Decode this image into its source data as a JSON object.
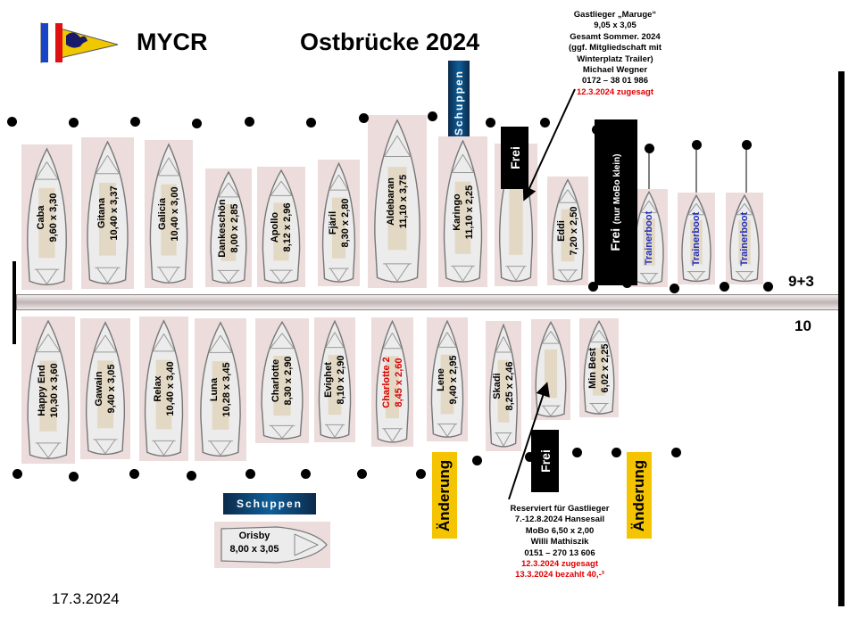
{
  "header": {
    "club": "MYCR",
    "title": "Ostbrücke 2024",
    "date": "17.3.2024"
  },
  "pier_labels": {
    "upper": "9+3",
    "lower": "10"
  },
  "schuppen": "Schuppen",
  "upper_boats": [
    {
      "name": "Caba",
      "size": "9,60 x 3,30"
    },
    {
      "name": "Gitana",
      "size": "10,40 x 3,37"
    },
    {
      "name": "Galicia",
      "size": "10,40 x 3,00"
    },
    {
      "name": "Dankeschön",
      "size": "8,00 x 2,85"
    },
    {
      "name": "Apollo",
      "size": "8,12 x 2,96"
    },
    {
      "name": "Fjäril",
      "size": "8,30 x 2,80"
    },
    {
      "name": "Aldebaran",
      "size": "11,10 x 3,75"
    },
    {
      "name": "Karingo",
      "size": "11,10 x 2,25"
    },
    {
      "name": "",
      "size": ""
    },
    {
      "name": "Eddi",
      "size": "7,20 x 2,50"
    }
  ],
  "trainer_boats": [
    "Trainerboot",
    "Trainerboot",
    "Trainerboot"
  ],
  "lower_boats": [
    {
      "name": "Happy End",
      "size": "10,30 x 3,60"
    },
    {
      "name": "Gawain",
      "size": "9,40 x 3,05"
    },
    {
      "name": "Relax",
      "size": "10,40 x 3,40"
    },
    {
      "name": "Luna",
      "size": "10,28 x 3,45"
    },
    {
      "name": "Charlotte",
      "size": "8,30 x 2,90"
    },
    {
      "name": "Evighet",
      "size": "8,10 x 2,90"
    },
    {
      "name": "Charlotte 2",
      "size": "8,45 x 2,60"
    },
    {
      "name": "Lene",
      "size": "9,40 x 2,95"
    },
    {
      "name": "Skadi",
      "size": "8,25 x 2,46"
    },
    {
      "name": "",
      "size": ""
    },
    {
      "name": "Min Best",
      "size": "6,02 x 2,25"
    }
  ],
  "orisby": {
    "name": "Orisby",
    "size": "8,00 x 3,05"
  },
  "frei": {
    "upper": "Frei",
    "lower": "Frei",
    "mobo_main": "Frei",
    "mobo_sub": "(nur MoBo klein)"
  },
  "aenderung": "Änderung",
  "note_top": {
    "lines": [
      "Gastlieger „Maruge“",
      "9,05 x 3,05",
      "Gesamt Sommer. 2024",
      "(ggf. Mitgliedschaft mit",
      "Winterplatz Trailer)",
      "Michael Wegner",
      "0172 – 38 01 986"
    ],
    "red_line": "12.3.2024 zugesagt"
  },
  "note_bottom": {
    "lines": [
      "Reserviert für Gastlieger",
      "7.-12.8.2024 Hansesail",
      "MoBo 6,50 x 2,00",
      "Willi Mathiszik",
      "0151 – 270 13 606"
    ],
    "red_lines": [
      "12.3.2024 zugesagt",
      "13.3.2024 bezahlt 40,-³"
    ]
  },
  "colors": {
    "highlight_red": "#e00000",
    "trainer_blue": "#1f2fbf",
    "aenderung_yellow": "#f5c400",
    "hull_fill": "#ecdcdc",
    "schuppen_blue": "#0f5f9a"
  }
}
